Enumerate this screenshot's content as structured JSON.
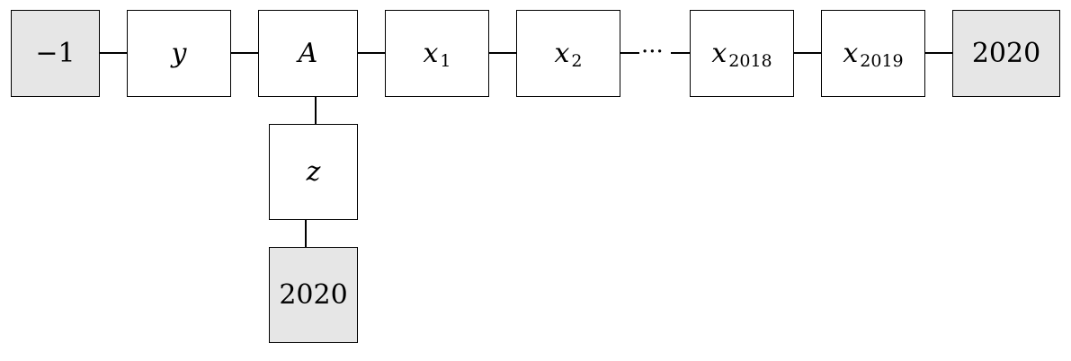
{
  "diagram": {
    "nodes": {
      "left_constant": {
        "text": "−1",
        "shaded": true
      },
      "y": {
        "text": "y"
      },
      "A": {
        "text": "A"
      },
      "x1": {
        "base": "x",
        "sub": "1"
      },
      "x2": {
        "base": "x",
        "sub": "2"
      },
      "x2018": {
        "base": "x",
        "sub": "2018"
      },
      "x2019": {
        "base": "x",
        "sub": "2019"
      },
      "right_constant": {
        "text": "2020",
        "shaded": true
      },
      "z": {
        "text": "z"
      },
      "bottom_constant": {
        "text": "2020",
        "shaded": true
      }
    },
    "ellipsis": "···",
    "colors": {
      "shaded_fill": "#e6e6e6",
      "plain_fill": "#ffffff",
      "stroke": "#000000"
    }
  }
}
